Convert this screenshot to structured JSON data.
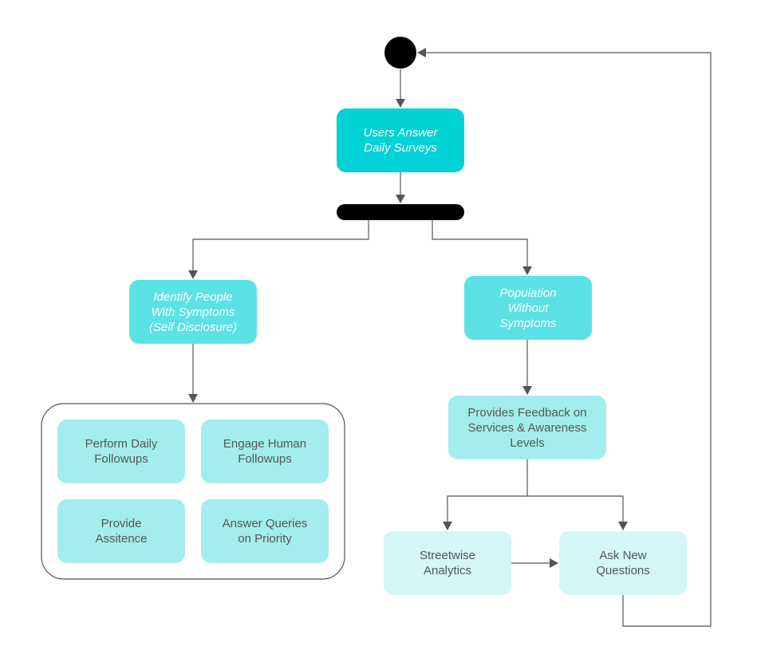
{
  "colors": {
    "primary_node": "#00d2d6",
    "secondary_node": "#5ce1e6",
    "tertiary_node": "#a3edee",
    "light_node": "#d4f6f7",
    "connector": "#555555",
    "start_and_fork": "#000000"
  },
  "nodes": {
    "users_answer_surveys": "Users Answer\nDaily Surveys",
    "identify_people_with_symptoms": "Identify People\nWith Symptoms\n(Self Disclosure)",
    "population_without_symptoms": "Population\nWithout\nSymptoms",
    "perform_daily_followups": "Perform Daily\nFollowups",
    "engage_human_followups": "Engage Human\nFollowups",
    "provide_assistance": "Provide\nAssitence",
    "answer_queries_on_priority": "Answer Queries\non Priority",
    "provides_feedback": "Provides Feedback on\nServices & Awareness\nLevels",
    "streetwise_analytics": "Streetwise\nAnalytics",
    "ask_new_questions": "Ask New\nQuestions"
  }
}
